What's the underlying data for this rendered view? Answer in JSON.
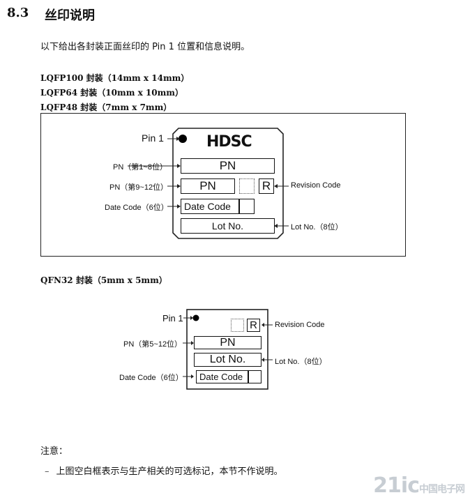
{
  "section": {
    "number": "8.3",
    "title": "丝印说明"
  },
  "intro": "以下给出各封装正面丝印的 Pin 1 位置和信息说明。",
  "lqfp_packages": [
    "LQFP100 封装（14mm x 14mm）",
    "LQFP64 封装（10mm x 10mm）",
    "LQFP48 封装（7mm x 7mm）"
  ],
  "diagram1": {
    "pin1_label": "Pin 1",
    "logo": "HDSC",
    "pn_label_a": "PN（第1~8位）",
    "pn_label_b": "PN（第9~12位）",
    "date_label": "Date Code（6位）",
    "pn_box_a": "PN",
    "pn_box_b": "PN",
    "revision_box": "R",
    "revision_label": "Revision Code",
    "date_box": "Date Code",
    "lot_box": "Lot No.",
    "lot_label": "Lot No.（8位）"
  },
  "qfn_package": "QFN32 封装（5mm x 5mm）",
  "diagram2": {
    "pin1_label": "Pin 1",
    "revision_box": "R",
    "revision_label": "Revision Code",
    "pn_label": "PN（第5~12位）",
    "pn_box": "PN",
    "lot_box": "Lot No.",
    "lot_label": "Lot No.（8位）",
    "date_label": "Date Code（6位）",
    "date_box": "Date Code"
  },
  "note": {
    "title": "注意：",
    "dash": "–",
    "text": "上图空白框表示与生产相关的可选标记，本节不作说明。"
  },
  "watermark": {
    "main": "21ic",
    "sub": "中国电子网"
  }
}
